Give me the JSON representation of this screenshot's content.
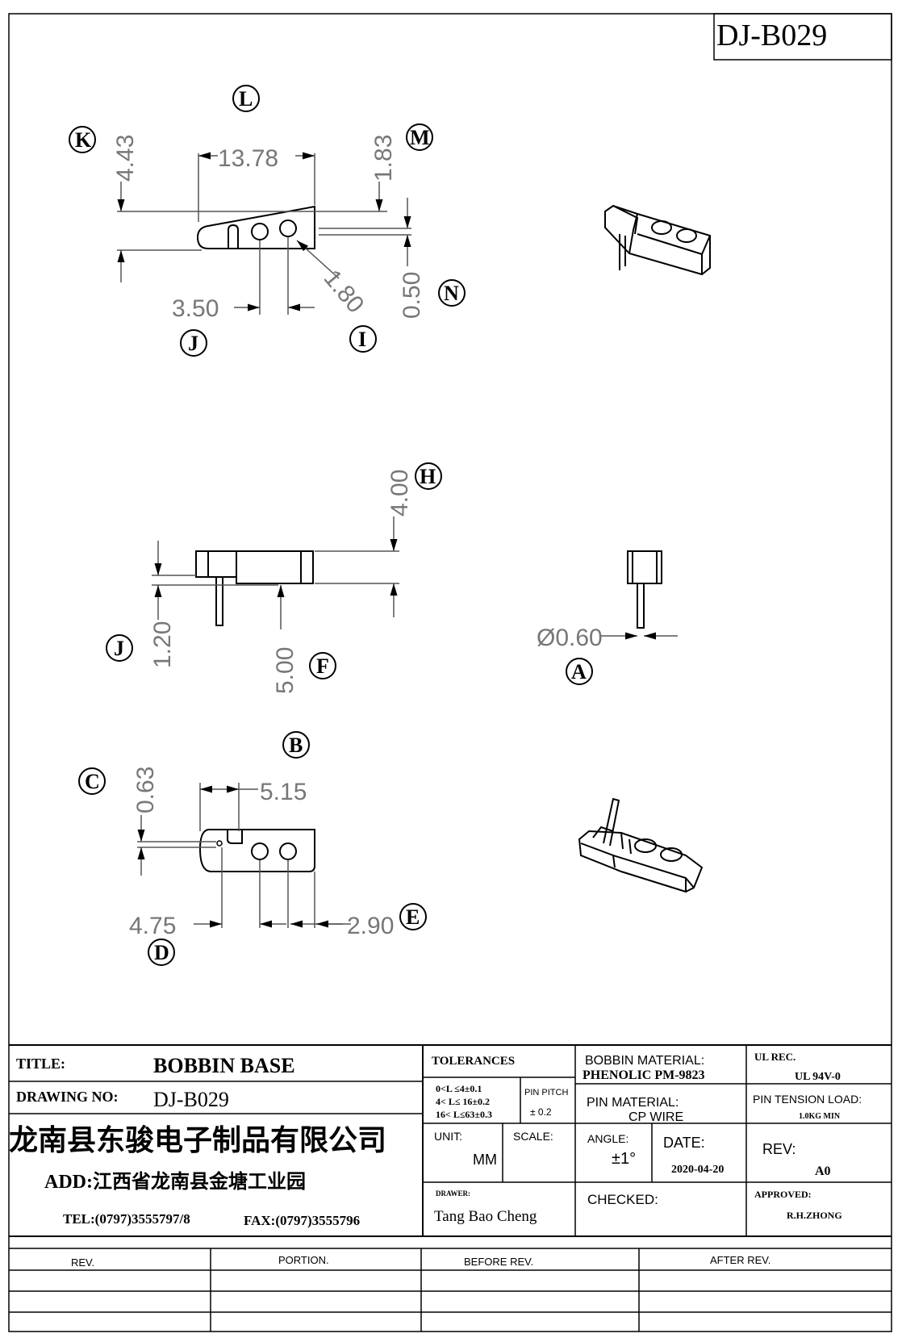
{
  "drawing_number_box": "DJ-B029",
  "dimensions": {
    "top_view": {
      "d_4_43": "4.43",
      "d_13_78": "13.78",
      "d_1_83": "1.83",
      "d_1_80": "1.80",
      "d_0_50": "0.50",
      "d_3_50": "3.50"
    },
    "side_view": {
      "d_4_00": "4.00",
      "d_1_20": "1.20",
      "d_5_00": "5.00",
      "d_0_60": "Ø0.60"
    },
    "bottom_view": {
      "d_0_63": "0.63",
      "d_5_15": "5.15",
      "d_4_75": "4.75",
      "d_2_90": "2.90"
    }
  },
  "callouts": {
    "A": "A",
    "B": "B",
    "C": "C",
    "D": "D",
    "E": "E",
    "F": "F",
    "H": "H",
    "I": "I",
    "J_top": "J",
    "J_side": "J",
    "K": "K",
    "L": "L",
    "M": "M",
    "N": "N"
  },
  "title_block": {
    "title_label": "TITLE:",
    "title_value": "BOBBIN BASE",
    "drawing_no_label": "DRAWING NO:",
    "drawing_no_value": "DJ-B029",
    "company_name": "龙南县东骏电子制品有限公司",
    "address": "ADD:江西省龙南县金塘工业园",
    "tel": "TEL:(0797)3555797/8",
    "fax": "FAX:(0797)3555796",
    "tolerances_label": "TOLERANCES",
    "tol_line1": "0<L ≤4±0.1",
    "tol_line2": "4< L≤  16±0.2",
    "tol_line3": "16< L≤63±0.3",
    "pin_pitch_label": "PIN PITCH",
    "pin_pitch_value": "± 0.2",
    "unit_label": "UNIT:",
    "unit_value": "MM",
    "scale_label": "SCALE:",
    "drawer_label": "DRAWER:",
    "drawer_value": "Tang Bao Cheng",
    "bobbin_material_label": "BOBBIN MATERIAL:",
    "bobbin_material_value": "PHENOLIC  PM-9823",
    "pin_material_label": "PIN MATERIAL:",
    "pin_material_value": "CP WIRE",
    "angle_label": "ANGLE:",
    "angle_value": "±1°",
    "date_label": "DATE:",
    "date_value": "2020-04-20",
    "checked_label": "CHECKED:",
    "ul_rec_label": "UL REC.",
    "ul_rec_value": "UL  94V-0",
    "pin_tension_label": "PIN TENSION LOAD:",
    "pin_tension_value": "1.0KG MIN",
    "rev_label": "REV:",
    "rev_value": "A0",
    "approved_label": "APPROVED:",
    "approved_value": "R.H.ZHONG"
  },
  "revision_table": {
    "headers": [
      "REV.",
      "PORTION.",
      "BEFORE REV.",
      "AFTER REV."
    ]
  }
}
